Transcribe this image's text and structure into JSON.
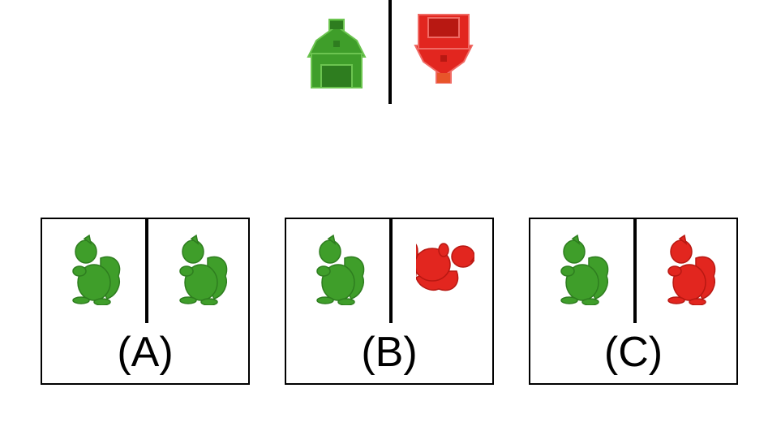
{
  "prompt": {
    "left_image": "green-barn-icon",
    "right_image": "red-barn-upside-down-icon"
  },
  "options": [
    {
      "label": "(A)",
      "left": "green-squirrel-icon",
      "right": "green-squirrel-icon"
    },
    {
      "label": "(B)",
      "left": "green-squirrel-icon",
      "right": "red-squirrel-rotated-icon"
    },
    {
      "label": "(C)",
      "left": "green-squirrel-icon",
      "right": "red-squirrel-icon"
    }
  ],
  "colors": {
    "green": "#3f9e2a",
    "green_dark": "#2e7d1f",
    "red": "#e2261f",
    "red_dark": "#b81812"
  }
}
